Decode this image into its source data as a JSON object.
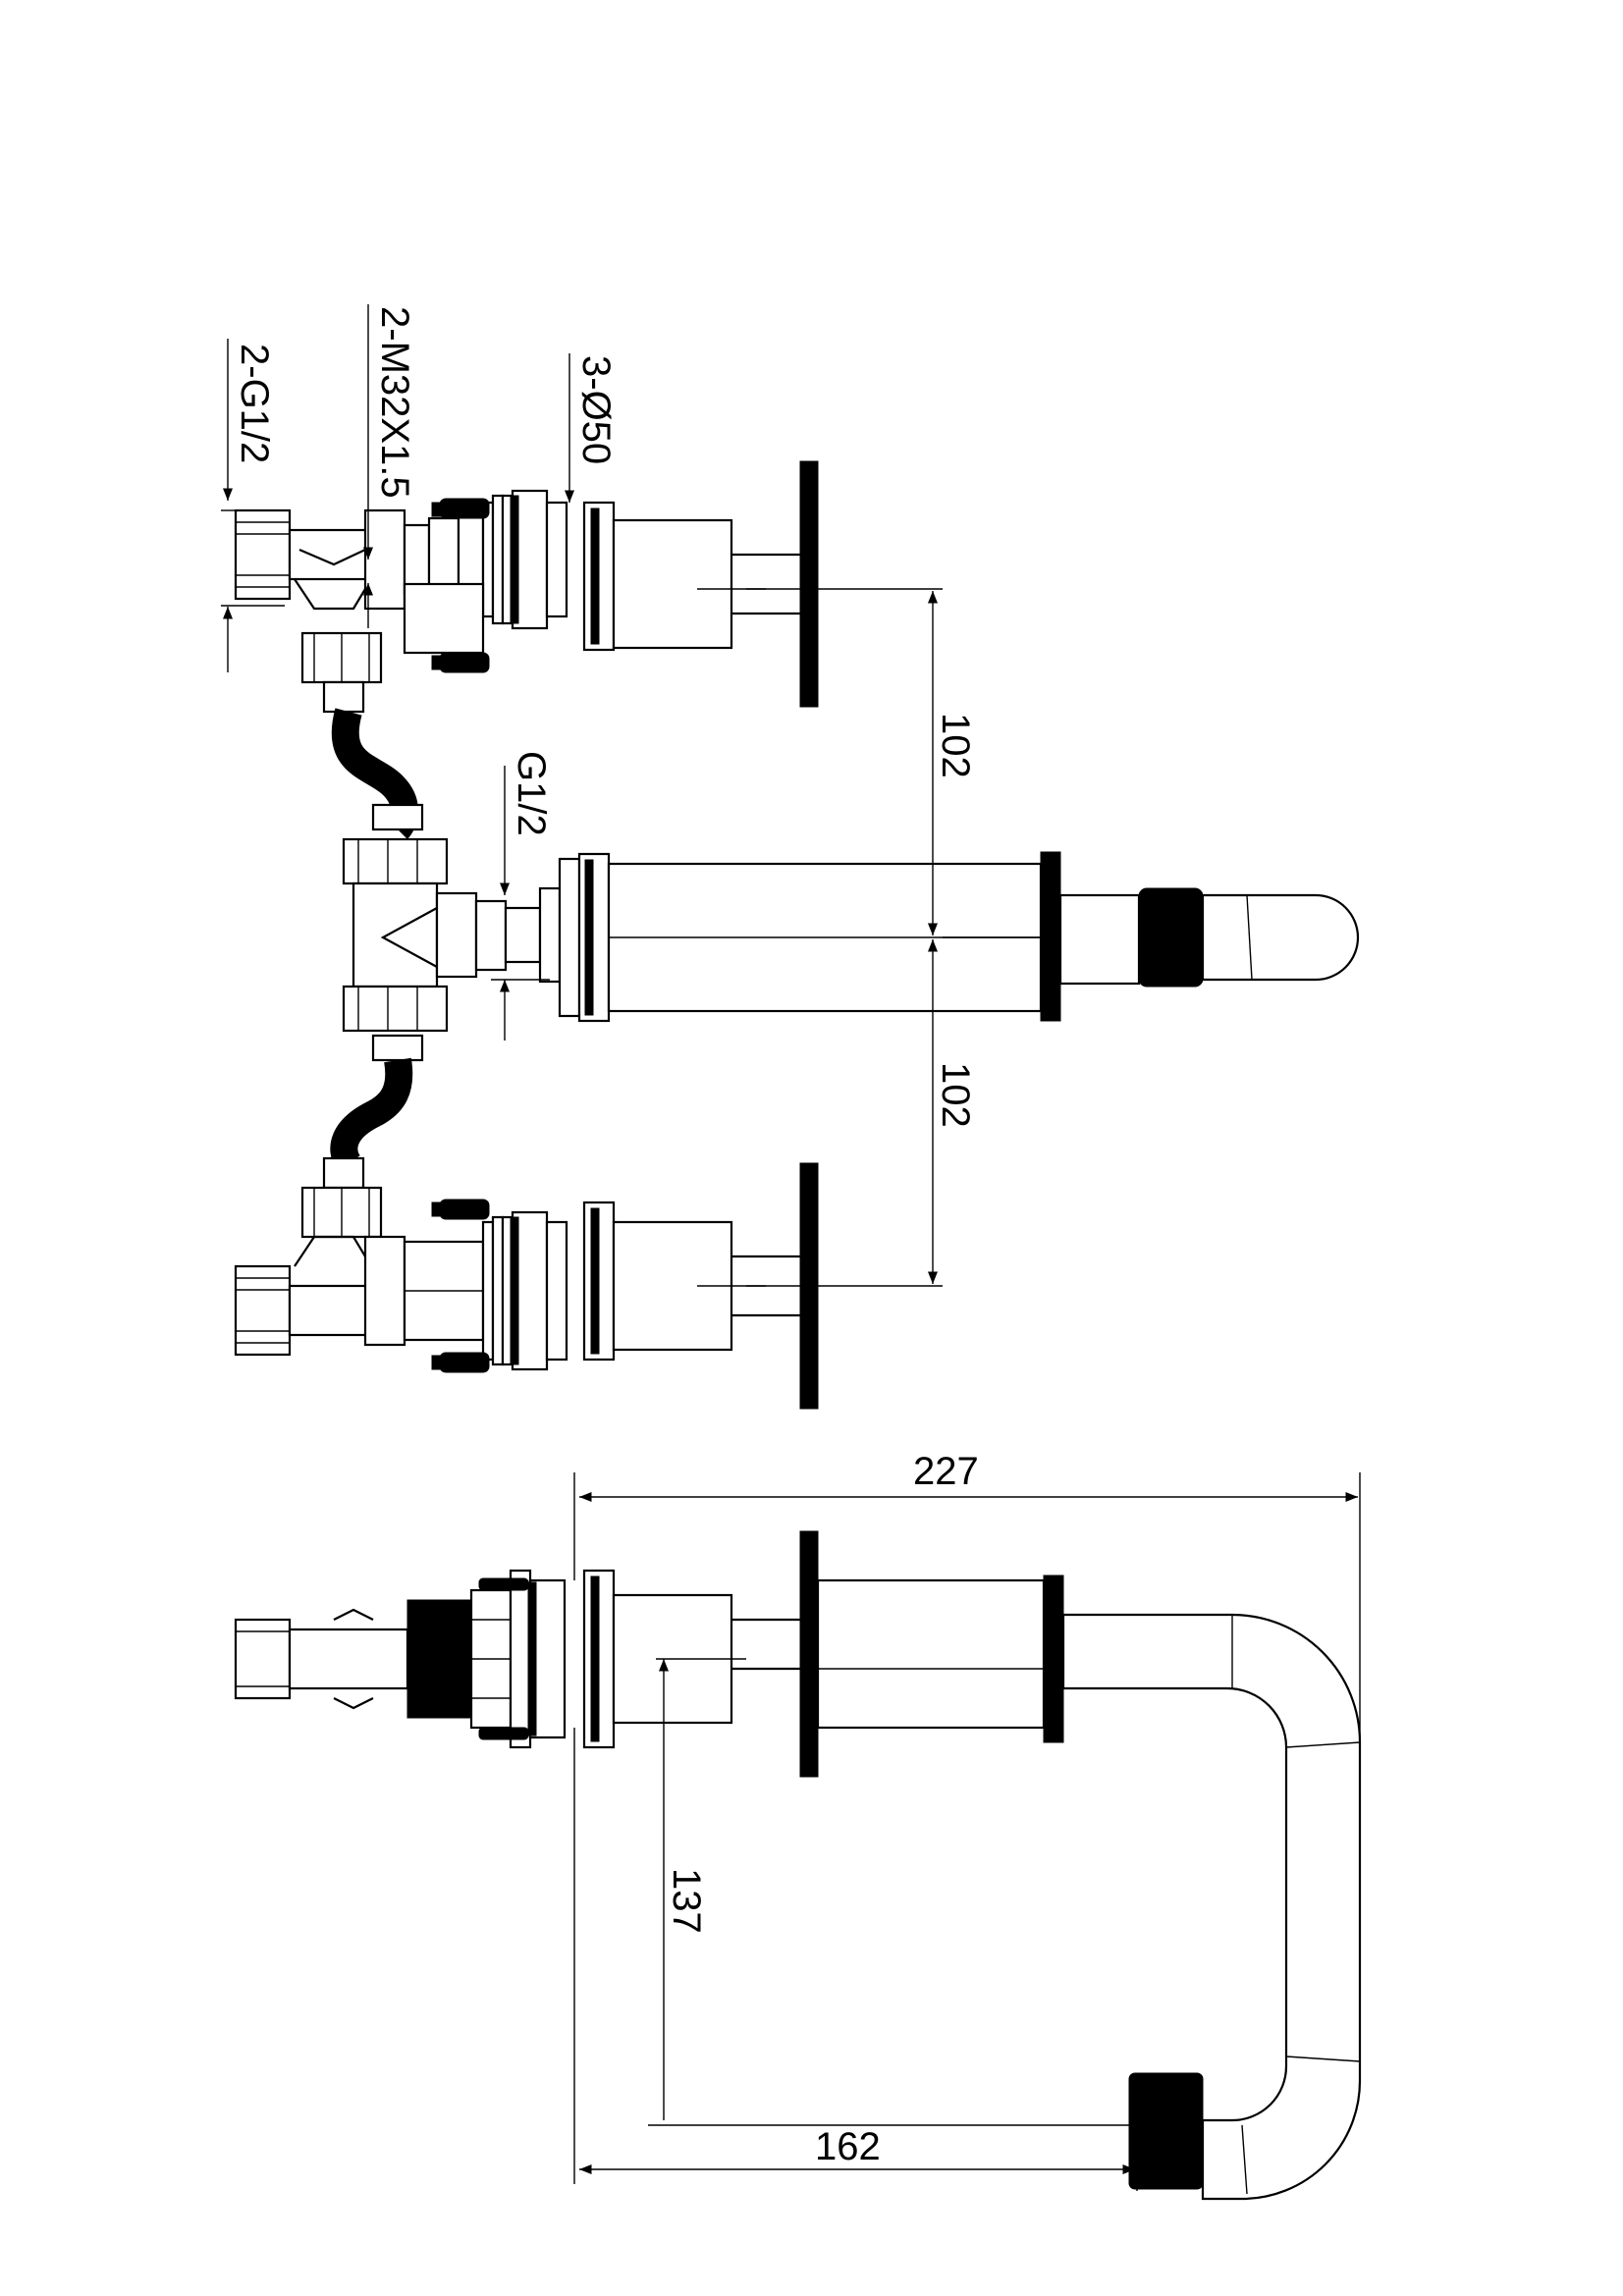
{
  "labels": {
    "inlet_thread": "2-G1/2",
    "mount_thread": "2-M32X1.5",
    "hole_diameter": "3-Ø50",
    "outlet_thread": "G1/2"
  },
  "dimensions": {
    "spacing_upper": "102",
    "spacing_lower": "102",
    "total_length": "227",
    "spout_height": "137",
    "spout_reach": "162"
  }
}
